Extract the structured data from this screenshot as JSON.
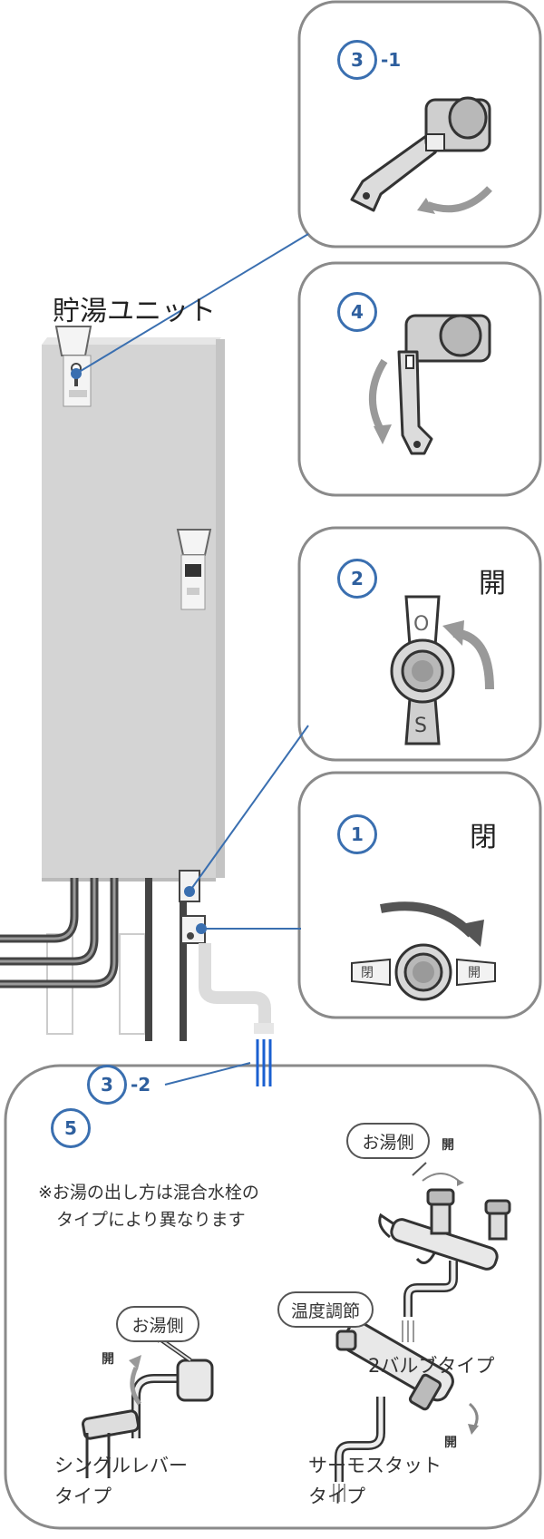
{
  "unit_label": "貯湯ユニット",
  "steps": {
    "s31_num": "3",
    "s31_suffix": "-1",
    "s4_num": "4",
    "s2_num": "2",
    "s2_state": "開",
    "s1_num": "1",
    "s1_state": "閉",
    "s32_num": "3",
    "s32_suffix": "-2",
    "s5_num": "5"
  },
  "valve_marks": {
    "upper": "O",
    "lower": "S",
    "left": "閉",
    "right": "開"
  },
  "note": {
    "line1": "※お湯の出し方は混合水栓の",
    "line2": "タイプにより異なります"
  },
  "faucets": {
    "two_valve": {
      "bubble": "お湯側",
      "open": "開",
      "label": "2バルブタイプ"
    },
    "single_lever": {
      "bubble": "お湯側",
      "open": "開",
      "label_line1": "シングルレバー",
      "label_line2": "タイプ"
    },
    "thermostat": {
      "bubble": "温度調節",
      "open": "開",
      "label_line1": "サーモスタット",
      "label_line2": "タイプ"
    }
  },
  "colors": {
    "accent_blue": "#2e5f9e",
    "leader_line": "#3a6fb0",
    "panel_border": "#8a8a8a",
    "unit_gray": "#d4d4d4",
    "arrow_gray": "#999999",
    "water_blue": "#1a5fd0"
  }
}
